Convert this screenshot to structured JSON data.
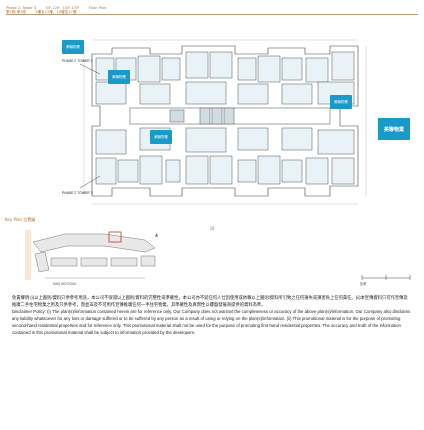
{
  "header": {
    "phase": "Phase 2, Tower 3",
    "floors": "5/F-12/F, 15/F-17/F",
    "title_cn": "第2期 第3座",
    "floor_cn": "5樓至12樓、15樓至17樓",
    "plan_label": "Floor Plan"
  },
  "plan": {
    "tower_tag_top": "PHASE 2 TOWER 3",
    "tower_tag_bottom": "PHASE 2 TOWER 3"
  },
  "page_number": "28",
  "key_plan": {
    "label": "Key Plan 位置圖",
    "road_label": "NAM WO ROAD"
  },
  "scale_label": "比例",
  "watermark": {
    "brand": "美聯物業"
  },
  "disclaimer": {
    "cn": "免責聲明:(i)以上圖則/資料只供參考用途，本公司不保證以上圖則/資料的完整性或準確性，本公司亦不就任何人仕因使用或依賴以上圖則/資料所引致之任何損失或損害負上任何責任。(ii)本宣傳資料只可作宣傳及推廣二手住宅物業之用及只供參考，而並非及不可用作宣傳推廣任何一手住宅物業，其準確性及真實性以樓盤發展商提供的資料為準。",
    "en": "Disclaimer Policy: (i) The plan(s)/information contained herein are for reference only. Our Company does not warrant the completeness or accuracy of the above plan(s)/information. Our Company also disclaims any liability whatsoever for any loss or damage suffered or to be suffered by any person as a result of using or relying on the plan(s)/information. (ii) This promotional material is for the purpose of promoting second-hand residential properties and for reference only. This promotional material shall not be used for the purpose of promoting first-hand residential properties. The accuracy and truth of the information contained in this promotional material shall be subject to information provided by the developers."
  }
}
